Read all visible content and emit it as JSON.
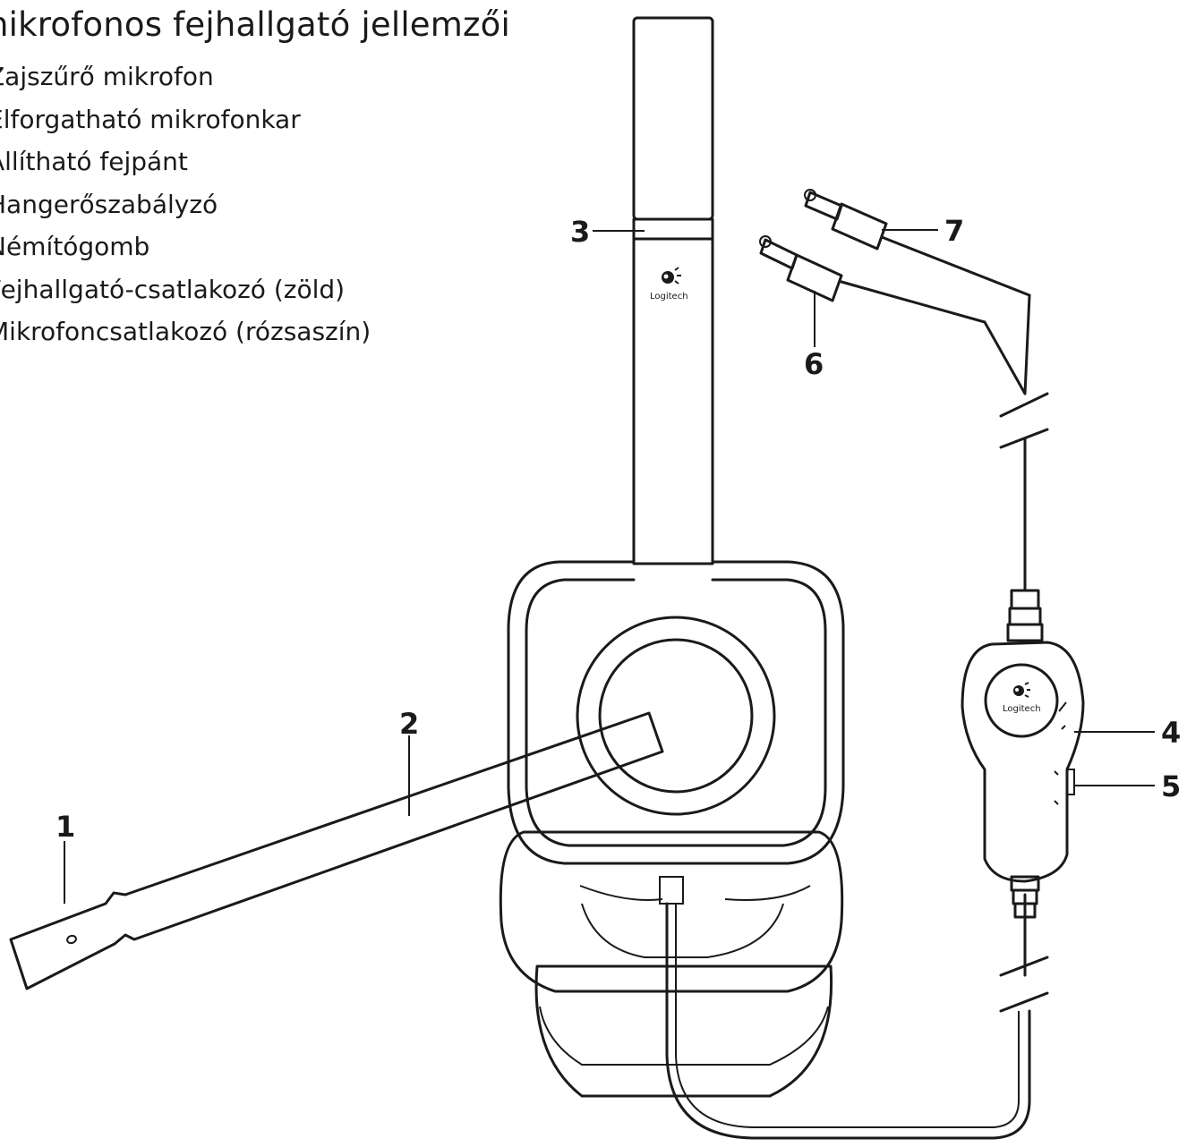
{
  "heading": "nikrofonos fejhallgató jellemzői",
  "features": [
    "Zajszűrő mikrofon",
    "Elforgatható mikrofonkar",
    "Állítható fejpánt",
    "Hangerőszabályzó",
    "Némítógomb",
    "Fejhallgató-csatlakozó (zöld)",
    "Mikrofoncsatlakozó (rózsaszín)"
  ],
  "callouts": [
    "1",
    "2",
    "3",
    "4",
    "5",
    "6",
    "7"
  ],
  "logo_text": "Logitech"
}
